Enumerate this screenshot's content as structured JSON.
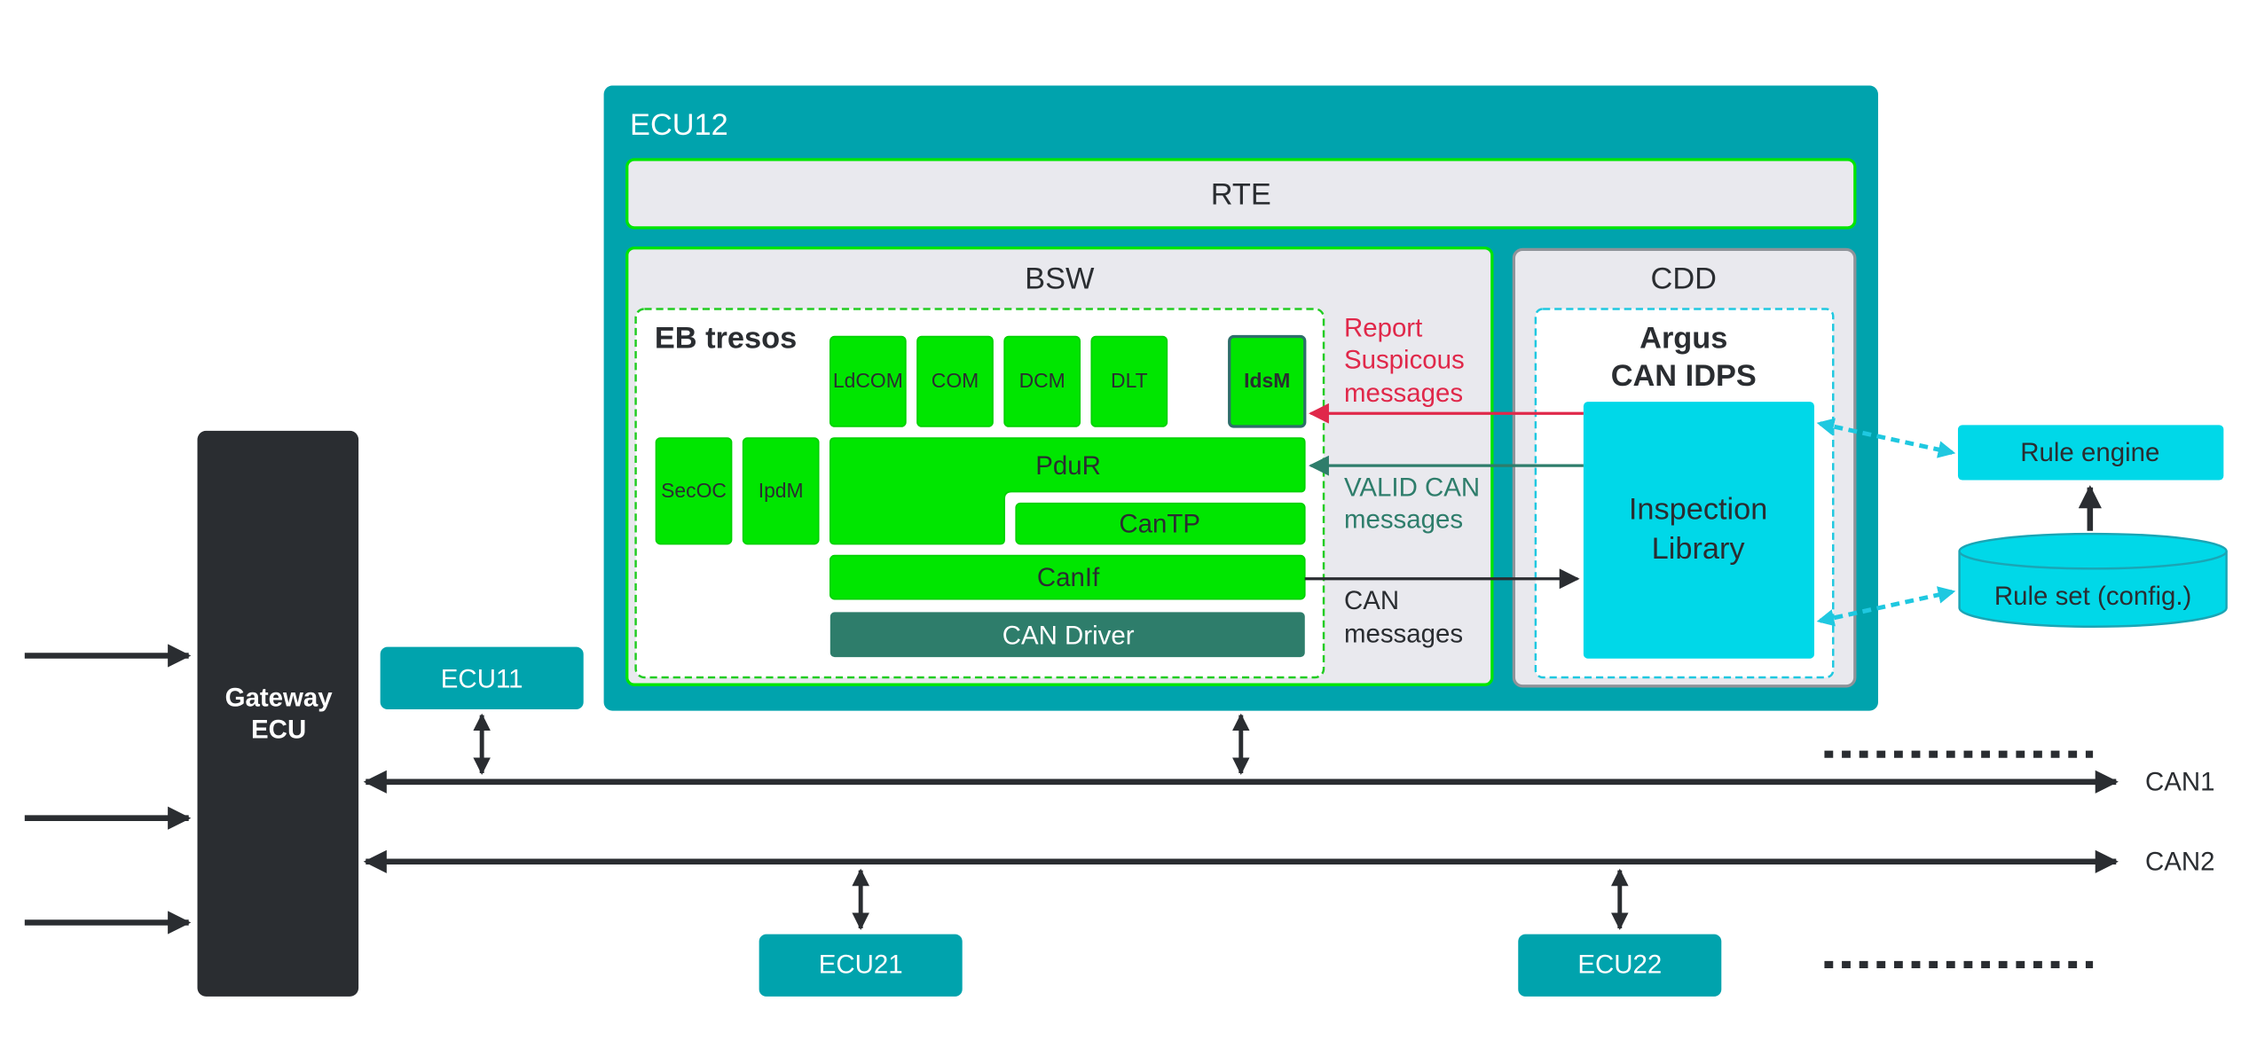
{
  "colors": {
    "teal": "#00a3ad",
    "panel": "#e9e9ee",
    "module_green": "#00e600",
    "driver_green": "#2e7d6b",
    "cyan": "#00d8e8",
    "dark": "#2a2d31",
    "red": "#e0284a"
  },
  "ecu12": {
    "title": "ECU12",
    "rte": "RTE",
    "bsw": {
      "title": "BSW",
      "eb_tresos": {
        "title": "EB tresos",
        "modules_top": [
          "LdCOM",
          "COM",
          "DCM",
          "DLT"
        ],
        "idsm": "IdsM",
        "modules_left": [
          "SecOC",
          "IpdM"
        ],
        "pdur": "PduR",
        "cantp": "CanTP",
        "canif": "CanIf",
        "can_driver": "CAN Driver"
      }
    },
    "cdd": {
      "title": "CDD",
      "argus_line1": "Argus",
      "argus_line2": "CAN IDPS",
      "inspection_line1": "Inspection",
      "inspection_line2": "Library"
    }
  },
  "flows": {
    "report": [
      "Report",
      "Suspicous",
      "messages"
    ],
    "valid": [
      "VALID CAN",
      "messages"
    ],
    "can": [
      "CAN",
      "messages"
    ]
  },
  "rule_engine": "Rule engine",
  "rule_set": "Rule set (config.)",
  "gateway": [
    "Gateway",
    "ECU"
  ],
  "ecus": {
    "ecu11": "ECU11",
    "ecu21": "ECU21",
    "ecu22": "ECU22"
  },
  "buses": {
    "can1": "CAN1",
    "can2": "CAN2"
  }
}
